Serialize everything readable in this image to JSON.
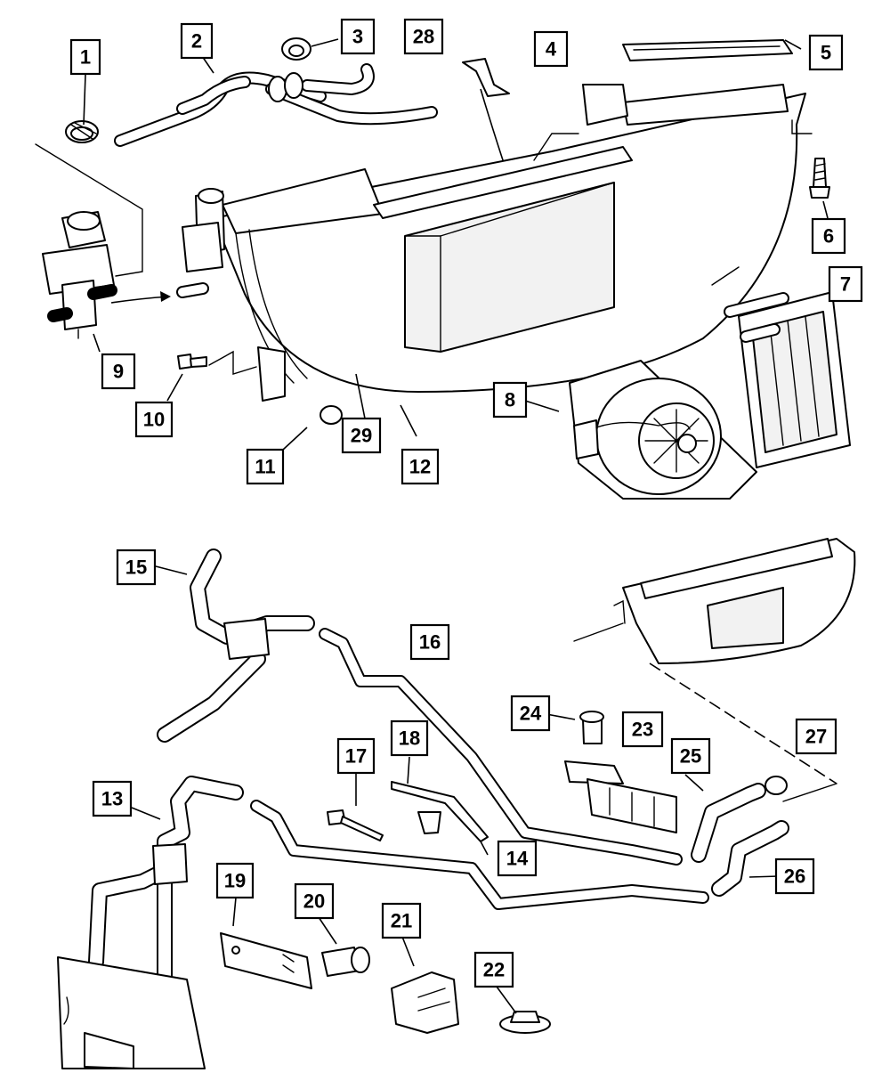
{
  "colors": {
    "ink": "#000000",
    "paper": "#ffffff"
  },
  "callouts": [
    {
      "id": "1",
      "label": "1"
    },
    {
      "id": "2",
      "label": "2"
    },
    {
      "id": "3",
      "label": "3"
    },
    {
      "id": "4",
      "label": "4"
    },
    {
      "id": "5",
      "label": "5"
    },
    {
      "id": "6",
      "label": "6"
    },
    {
      "id": "7",
      "label": "7"
    },
    {
      "id": "8",
      "label": "8"
    },
    {
      "id": "9",
      "label": "9"
    },
    {
      "id": "10",
      "label": "10"
    },
    {
      "id": "11",
      "label": "11"
    },
    {
      "id": "12",
      "label": "12"
    },
    {
      "id": "13",
      "label": "13"
    },
    {
      "id": "14",
      "label": "14"
    },
    {
      "id": "15",
      "label": "15"
    },
    {
      "id": "16",
      "label": "16"
    },
    {
      "id": "17",
      "label": "17"
    },
    {
      "id": "18",
      "label": "18"
    },
    {
      "id": "19",
      "label": "19"
    },
    {
      "id": "20",
      "label": "20"
    },
    {
      "id": "21",
      "label": "21"
    },
    {
      "id": "22",
      "label": "22"
    },
    {
      "id": "23",
      "label": "23"
    },
    {
      "id": "24",
      "label": "24"
    },
    {
      "id": "25",
      "label": "25"
    },
    {
      "id": "26",
      "label": "26"
    },
    {
      "id": "27",
      "label": "27"
    },
    {
      "id": "28",
      "label": "28"
    },
    {
      "id": "29",
      "label": "29"
    }
  ]
}
